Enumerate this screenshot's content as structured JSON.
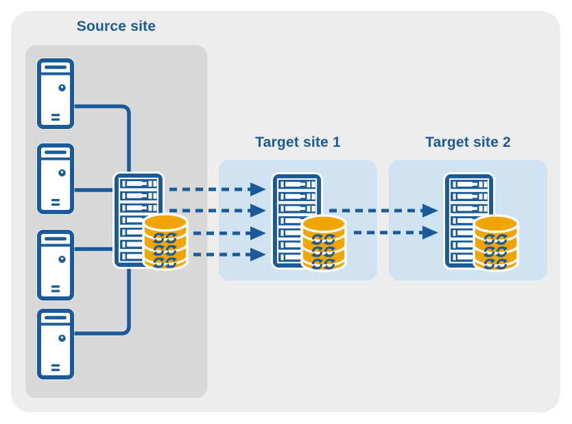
{
  "diagram": {
    "type": "replication-topology",
    "sites": [
      {
        "label": "Source site",
        "panel_style": "gray",
        "components": [
          "tower-server x4",
          "rack-server",
          "database-sync"
        ]
      },
      {
        "label": "Target site 1",
        "panel_style": "light-blue",
        "components": [
          "rack-server",
          "database-sync"
        ]
      },
      {
        "label": "Target site 2",
        "panel_style": "light-blue",
        "components": [
          "rack-server",
          "database-sync"
        ]
      }
    ],
    "connections": [
      {
        "from": "Source site",
        "to": "Target site 1",
        "style": "dashed-arrow",
        "arrow_count": 4
      },
      {
        "from": "Target site 1",
        "to": "Target site 2",
        "style": "dashed-arrow",
        "arrow_count": 2
      },
      {
        "from": "tower-servers",
        "to": "source rack-server",
        "style": "solid-line",
        "line_count": 4
      }
    ]
  },
  "colors": {
    "primary_blue": "#1a5a98",
    "accent_orange": "#f0a500",
    "canvas_gray": "#ededed",
    "panel_gray": "#d8d8d8",
    "target_panel_blue": "#cfe3f2",
    "icon_halo_white": "#ffffff"
  }
}
